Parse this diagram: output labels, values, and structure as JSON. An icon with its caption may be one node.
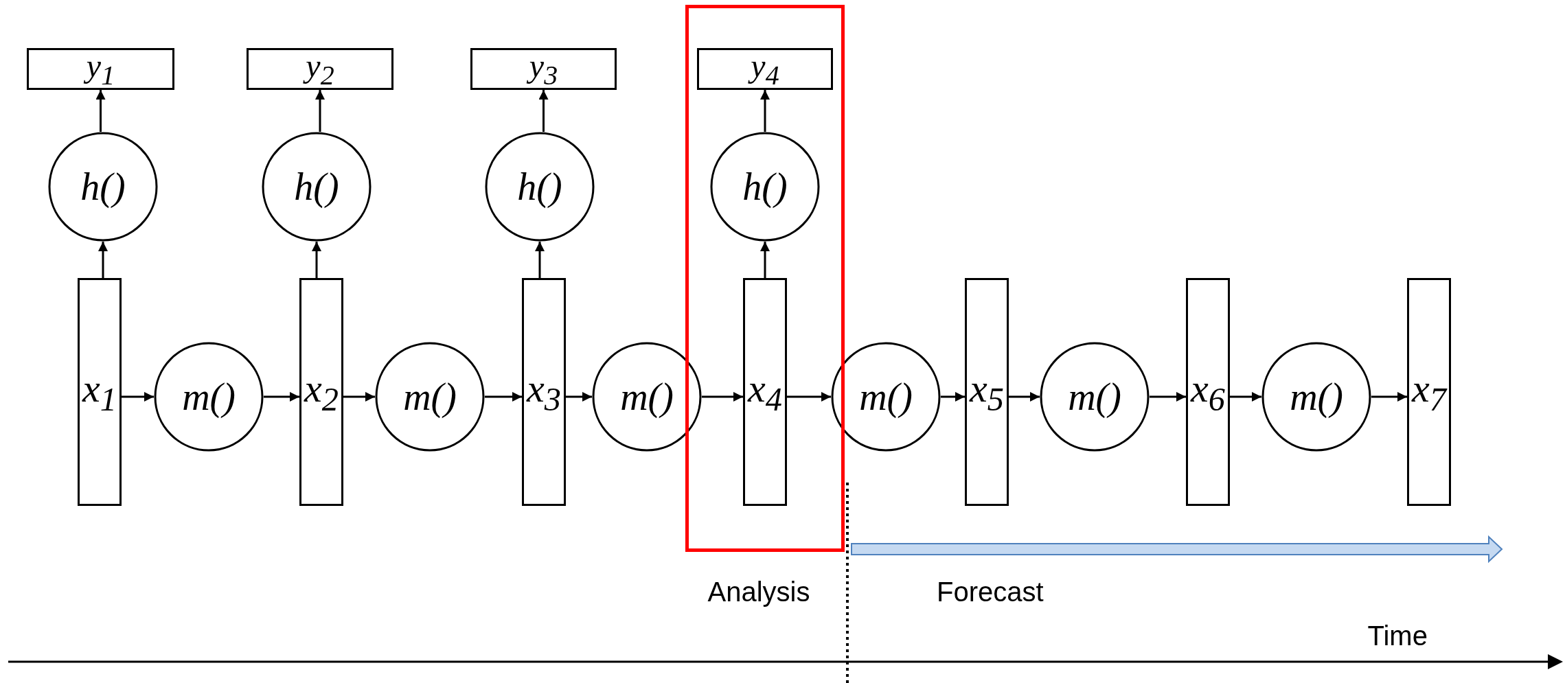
{
  "diagram": {
    "nodes": [
      {
        "text": [
          "y$_{1}$"
        ]
      },
      {
        "text": [
          "y$_{2}$"
        ]
      },
      {
        "text": [
          "y$_{3}$"
        ]
      },
      {
        "text": [],
        "shape": "box"
      },
      {
        "text": [
          "y$_{4}$"
        ],
        "in": 3
      },
      {
        "text": [
          "h()"
        ]
      },
      {
        "text": [
          "h()"
        ]
      },
      {
        "text": [
          "h()"
        ]
      },
      {
        "text": [
          "h()"
        ],
        "in": 3
      },
      {
        "text": [
          "x$_{1}$"
        ]
      },
      {
        "text": [
          "m()"
        ]
      },
      {
        "text": [
          "x$_{2}$"
        ]
      },
      {
        "text": [
          "m()"
        ]
      },
      {
        "text": [
          "x$_{3}$"
        ]
      },
      {
        "text": [
          "m()"
        ]
      },
      {
        "text": [
          "x$_{4}$"
        ],
        "in": 3
      },
      {
        "text": [
          "m()"
        ]
      },
      {
        "text": [
          "x$_{5}$"
        ]
      },
      {
        "text": [
          "m()"
        ]
      },
      {
        "text": [
          "x$_{6}$"
        ]
      },
      {
        "text": [
          "m()"
        ]
      },
      {
        "text": [
          "x$_{7}$"
        ]
      }
    ],
    "edges": [
      {
        "from": 9,
        "to": 5,
        "arrow": "to"
      },
      {
        "from": 5,
        "to": 0,
        "arrow": "to"
      },
      {
        "from": 11,
        "to": 6,
        "arrow": "to"
      },
      {
        "from": 6,
        "to": 1,
        "arrow": "to"
      },
      {
        "from": 13,
        "to": 7,
        "arrow": "to"
      },
      {
        "from": 7,
        "to": 2,
        "arrow": "to"
      },
      {
        "from": 15,
        "to": 8,
        "arrow": "to"
      },
      {
        "from": 8,
        "to": 4,
        "arrow": "to"
      },
      {
        "from": 9,
        "to": 10,
        "arrow": "to"
      },
      {
        "from": 10,
        "to": 11,
        "arrow": "to"
      },
      {
        "from": 11,
        "to": 12,
        "arrow": "to"
      },
      {
        "from": 12,
        "to": 13,
        "arrow": "to"
      },
      {
        "from": 13,
        "to": 14,
        "arrow": "to"
      },
      {
        "from": 14,
        "to": 15,
        "arrow": "to"
      },
      {
        "from": 15,
        "to": 16,
        "arrow": "to"
      },
      {
        "from": 16,
        "to": 17,
        "arrow": "to"
      },
      {
        "from": 17,
        "to": 18,
        "arrow": "to"
      },
      {
        "from": 18,
        "to": 19,
        "arrow": "to"
      },
      {
        "from": 19,
        "to": 20,
        "arrow": "to"
      },
      {
        "from": 20,
        "to": 21,
        "arrow": "to"
      }
    ],
    "labels": [
      "Analysis",
      "Forecast",
      "Time"
    ]
  }
}
